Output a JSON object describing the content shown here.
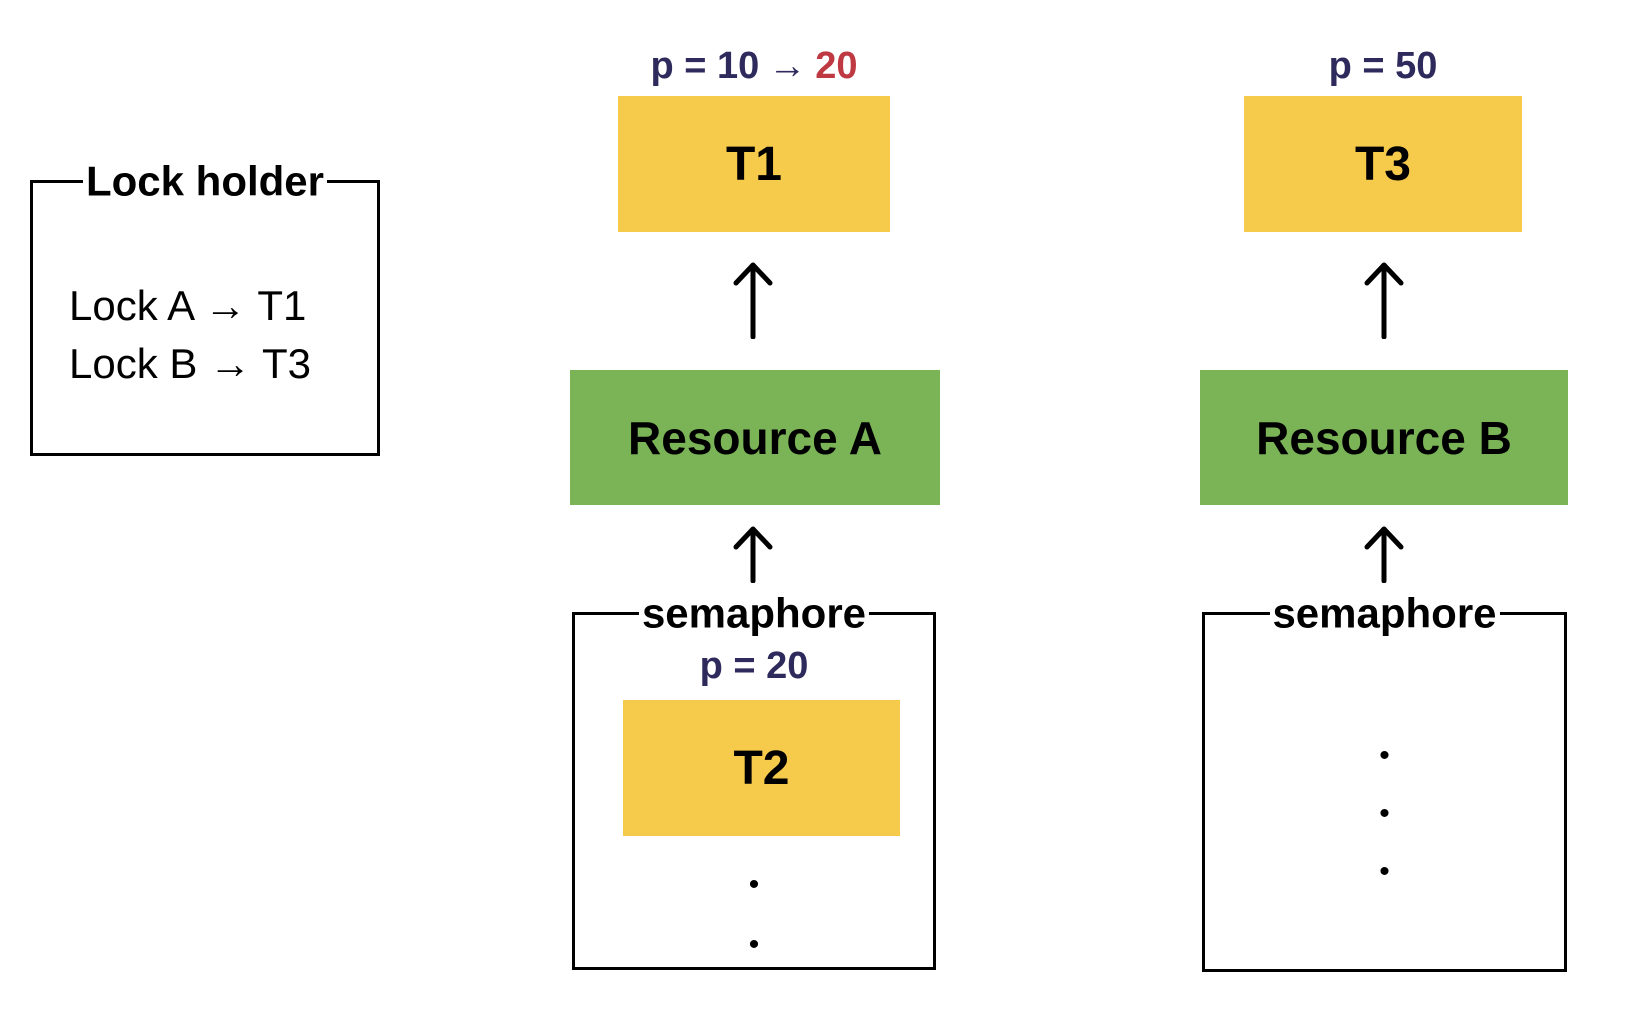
{
  "colors": {
    "navy": "#2e2a5c",
    "red": "#bf3942",
    "task_yellow": "#f6ca4a",
    "resource_green": "#7ab456",
    "outline_black": "#000000",
    "background": "#ffffff"
  },
  "icons": {
    "up_arrow": "↑"
  },
  "lock_holder": {
    "title": "Lock holder",
    "entries_text": "Lock A → T1\nLock B → T3",
    "entries": [
      "Lock A → T1",
      "Lock B → T3"
    ]
  },
  "columns": [
    {
      "name": "A",
      "priority": {
        "base": "p = 10",
        "arrow": "→",
        "boosted": "20"
      },
      "task": "T1",
      "resource": "Resource A",
      "semaphore": {
        "title": "semaphore",
        "waiting_priority": "p = 20",
        "waiting_task": "T2",
        "queue_dots": "•\n•"
      }
    },
    {
      "name": "B",
      "priority": {
        "base": "p = 50"
      },
      "task": "T3",
      "resource": "Resource B",
      "semaphore": {
        "title": "semaphore",
        "queue_dots": "•\n•\n•"
      }
    }
  ]
}
